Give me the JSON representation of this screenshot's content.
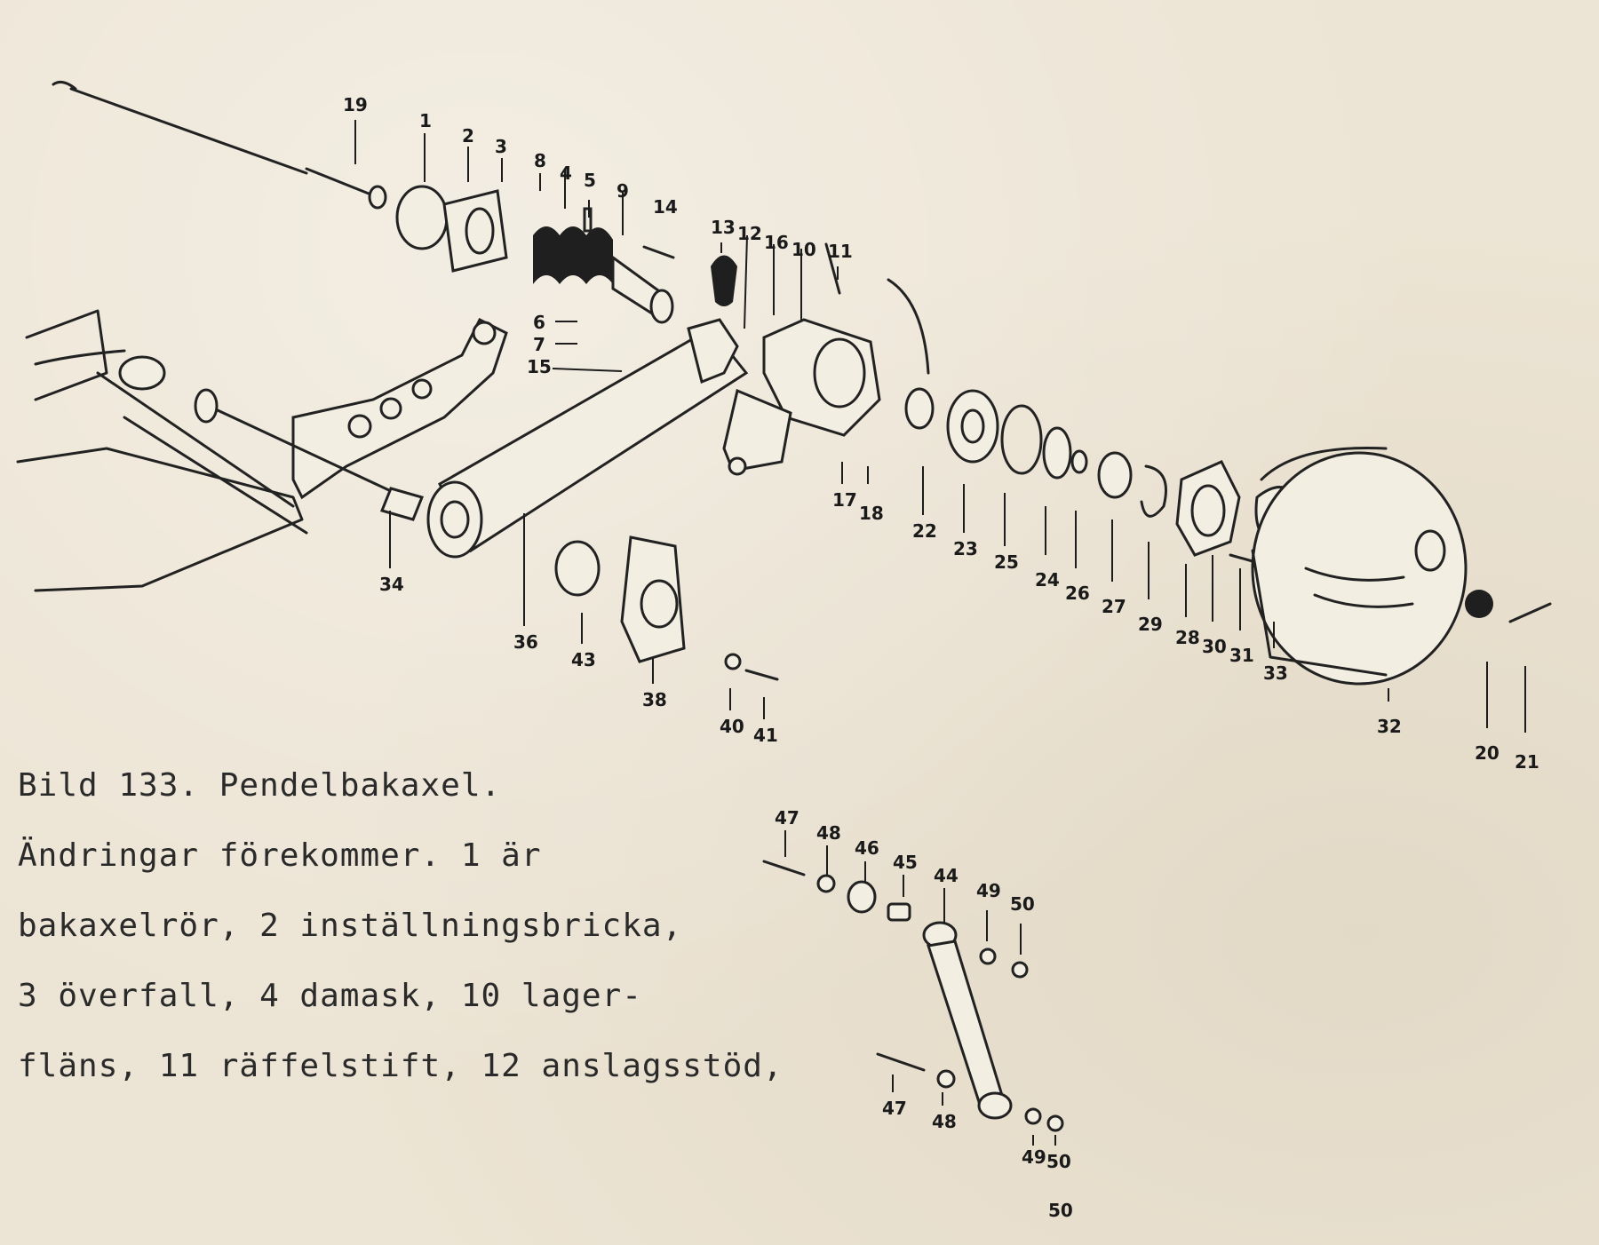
{
  "caption": {
    "lines": [
      "Bild 133. Pendelbakaxel.",
      "Ändringar förekommer. 1 är",
      "bakaxelrör, 2 inställningsbricka,",
      "3 överfall, 4 damask, 10 lager-",
      "fläns, 11 räffelstift, 12 anslagsstöd,"
    ]
  },
  "parts": {
    "p19": "19",
    "p1": "1",
    "p2": "2",
    "p3": "3",
    "p8": "8",
    "p4": "4",
    "p5": "5",
    "p9": "9",
    "p14": "14",
    "p13": "13",
    "p12": "12",
    "p16": "16",
    "p10": "10",
    "p11": "11",
    "p6": "6",
    "p7": "7",
    "p15": "15",
    "p17": "17",
    "p18": "18",
    "p22": "22",
    "p23": "23",
    "p25": "25",
    "p24": "24",
    "p26": "26",
    "p27": "27",
    "p29": "29",
    "p28": "28",
    "p30": "30",
    "p31": "31",
    "p33": "33",
    "p32": "32",
    "p20": "20",
    "p21": "21",
    "p34": "34",
    "p36": "36",
    "p43": "43",
    "p38": "38",
    "p40": "40",
    "p41": "41",
    "p47a": "47",
    "p48a": "48",
    "p46": "46",
    "p45": "45",
    "p44": "44",
    "p49a": "49",
    "p50a": "50",
    "p47b": "47",
    "p48b": "48",
    "p49b": "49",
    "p50b": "50",
    "p50c": "50"
  }
}
